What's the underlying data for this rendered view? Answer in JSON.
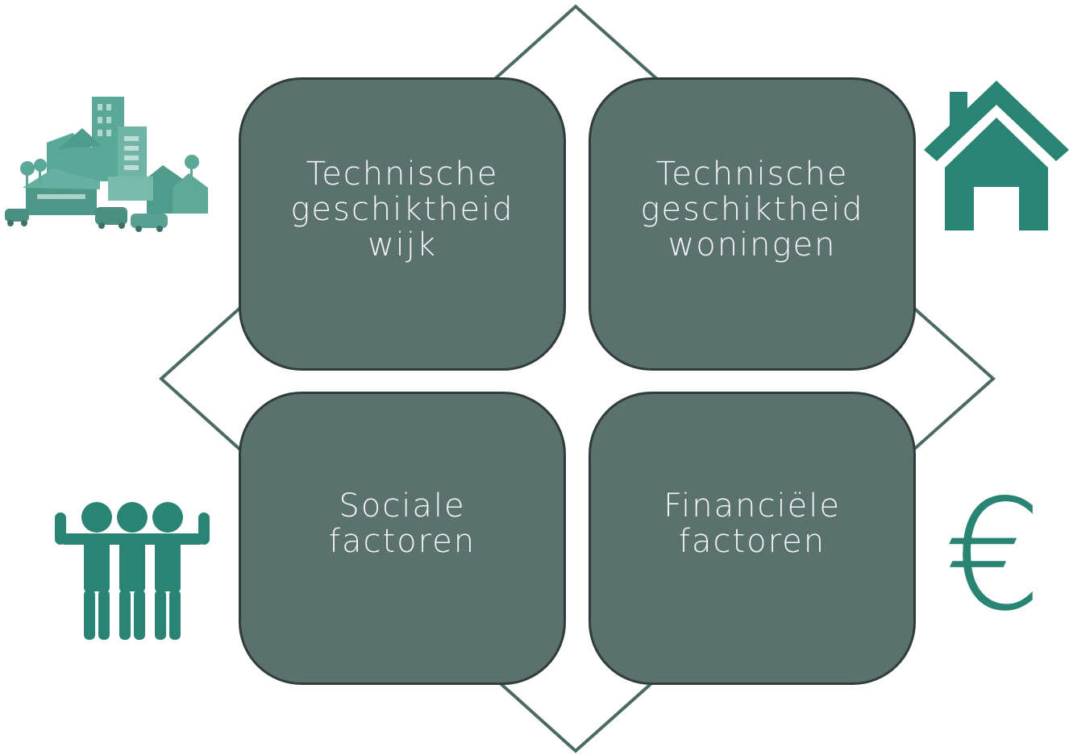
{
  "colors": {
    "tile_fill": "#5a716e",
    "tile_border": "#2f3d3b",
    "diamond_stroke": "#4b6a66",
    "icon_teal": "#2a8474",
    "label_text": "#f3f5f4"
  },
  "tiles": [
    {
      "label": "Technische\ngeschiktheid\nwijk",
      "icon": "neighborhood-icon"
    },
    {
      "label": "Technische\ngeschiktheid\nwoningen",
      "icon": "house-icon"
    },
    {
      "label": "Sociale\nfactoren",
      "icon": "people-icon"
    },
    {
      "label": "Financiële\nfactoren",
      "icon": "euro-icon"
    }
  ],
  "euro_symbol": "€"
}
